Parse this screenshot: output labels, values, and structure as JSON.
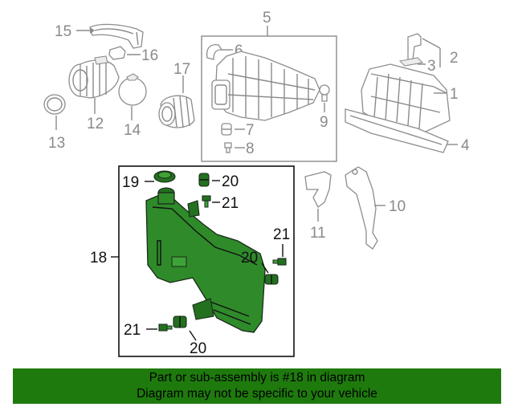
{
  "callouts": {
    "p1": "1",
    "p2": "2",
    "p3": "3",
    "p4": "4",
    "p5": "5",
    "p6": "6",
    "p7": "7",
    "p8": "8",
    "p9": "9",
    "p10": "10",
    "p11": "11",
    "p12": "12",
    "p13": "13",
    "p14": "14",
    "p15": "15",
    "p16": "16",
    "p17": "17",
    "p18": "18",
    "p19": "19",
    "p20a": "20",
    "p20b": "20",
    "p20c": "20",
    "p21a": "21",
    "p21b": "21",
    "p21c": "21"
  },
  "colors": {
    "highlight_part": "#2f8a2a",
    "banner": "#1f7a0e",
    "other_parts": "#8d8d8d"
  },
  "banner": {
    "line1": "Part or sub-assembly is #18 in diagram",
    "line2": "Diagram may not be specific to your vehicle"
  }
}
